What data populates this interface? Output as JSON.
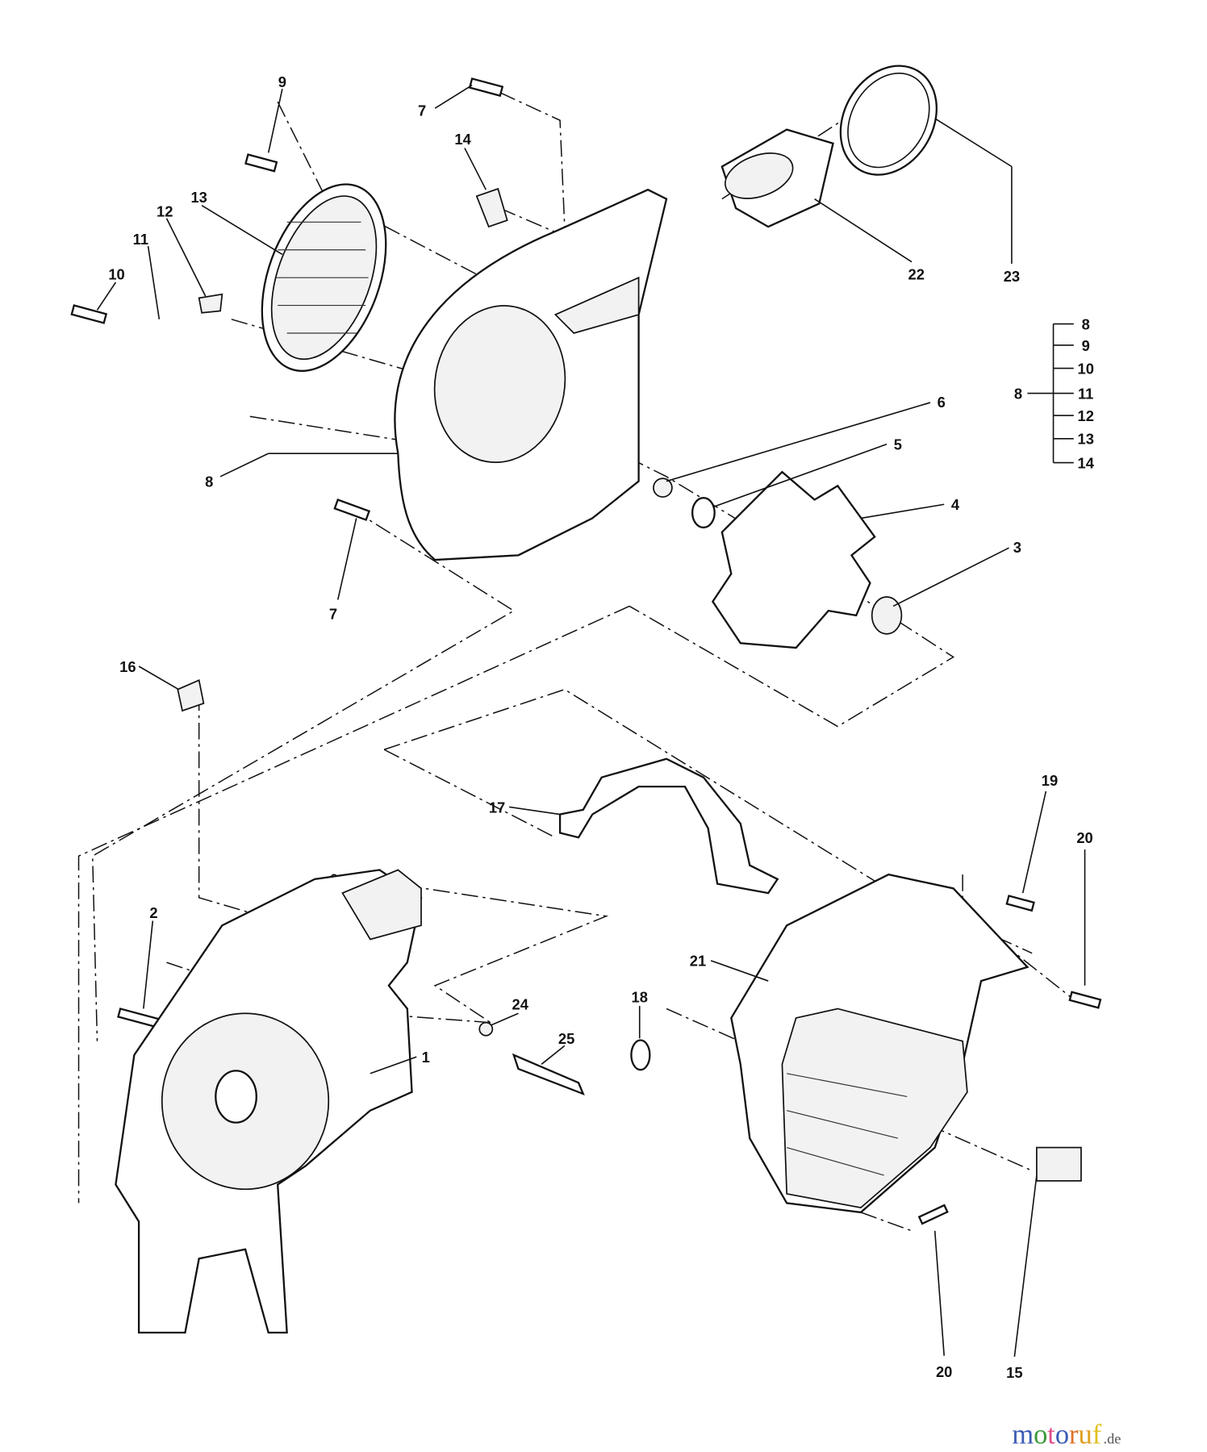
{
  "callouts": {
    "c9": "9",
    "c7a": "7",
    "c14": "14",
    "c13": "13",
    "c12": "12",
    "c11": "11",
    "c10": "10",
    "c22": "22",
    "c23": "23",
    "c6": "6",
    "c5": "5",
    "c8": "8",
    "c4": "4",
    "c7b": "7",
    "c3": "3",
    "c16": "16",
    "c17": "17",
    "c19": "19",
    "c20a": "20",
    "c2": "2",
    "c21": "21",
    "c18": "18",
    "c24": "24",
    "c25": "25",
    "c1": "1",
    "c20b": "20",
    "c15": "15"
  },
  "assembly_key": {
    "parent": "8",
    "items": [
      "8",
      "9",
      "10",
      "11",
      "12",
      "13",
      "14"
    ]
  },
  "watermark": {
    "text": "motoruf",
    "suffix": ".de",
    "colors": [
      "#3b5bb5",
      "#3a9a3a",
      "#e04c8a",
      "#3b5bb5",
      "#e0702a",
      "#e0a020",
      "#e0c020"
    ]
  }
}
